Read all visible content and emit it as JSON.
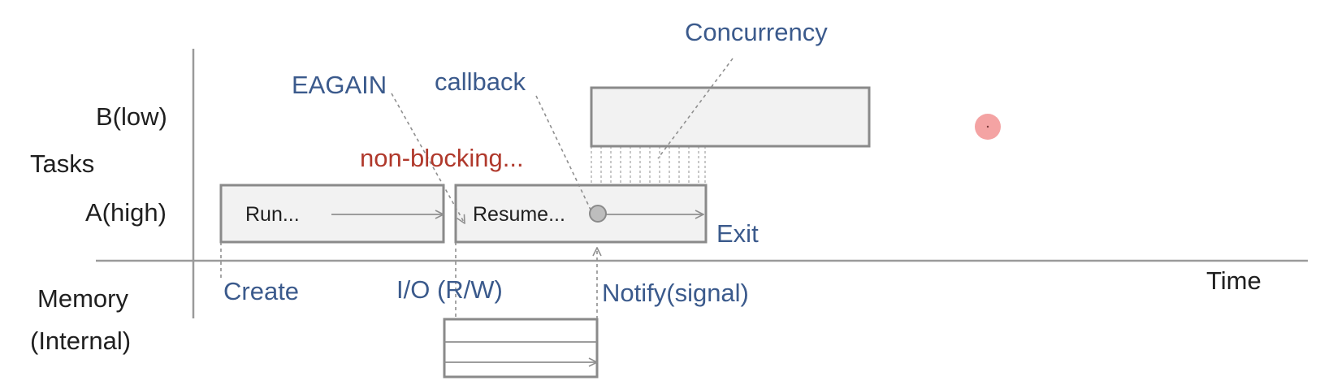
{
  "labels": {
    "concurrency": "Concurrency",
    "eagain": "EAGAIN",
    "callback": "callback",
    "b_low": "B(low)",
    "tasks": "Tasks",
    "non_blocking": "non-blocking...",
    "a_high": "A(high)",
    "run": "Run...",
    "resume": "Resume...",
    "exit": "Exit",
    "time": "Time",
    "memory": "Memory",
    "internal": "(Internal)",
    "create": "Create",
    "io": "I/O (R/W)",
    "notify": "Notify(signal)"
  },
  "colors": {
    "axis": "#9a9a9a",
    "box_fill": "#f2f2f2",
    "box_stroke": "#8a8a8a",
    "blue": "#3b5a8c",
    "red": "#b0392c",
    "dark": "#1f1f1f",
    "pointer": "#f4a3a3"
  }
}
